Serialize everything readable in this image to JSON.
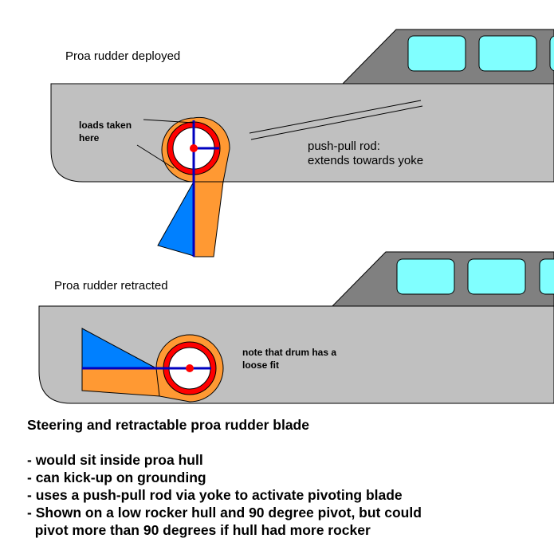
{
  "labels": {
    "deployed": "Proa rudder deployed",
    "loads_line1": "loads taken",
    "loads_line2": "here",
    "rod_line1": "push-pull rod:",
    "rod_line2": "extends towards yoke",
    "retracted": "Proa rudder retracted",
    "drum_line1": "note that drum has a",
    "drum_line2": "loose fit"
  },
  "caption": {
    "title": "Steering and retractable proa rudder blade",
    "bullets": [
      "- would sit inside proa hull",
      "- can kick-up on grounding",
      "- uses a push-pull rod via yoke to activate pivoting blade",
      "- Shown on a low rocker hull and 90 degree pivot, but could",
      "  pivot more than 90 degrees if hull had more rocker"
    ]
  },
  "colors": {
    "hull": "#c0c0c0",
    "cabin": "#808080",
    "window": "#80ffff",
    "orange": "#ff9933",
    "blue": "#0080ff",
    "shaft": "#0000c0",
    "ring": "#ff0000"
  }
}
